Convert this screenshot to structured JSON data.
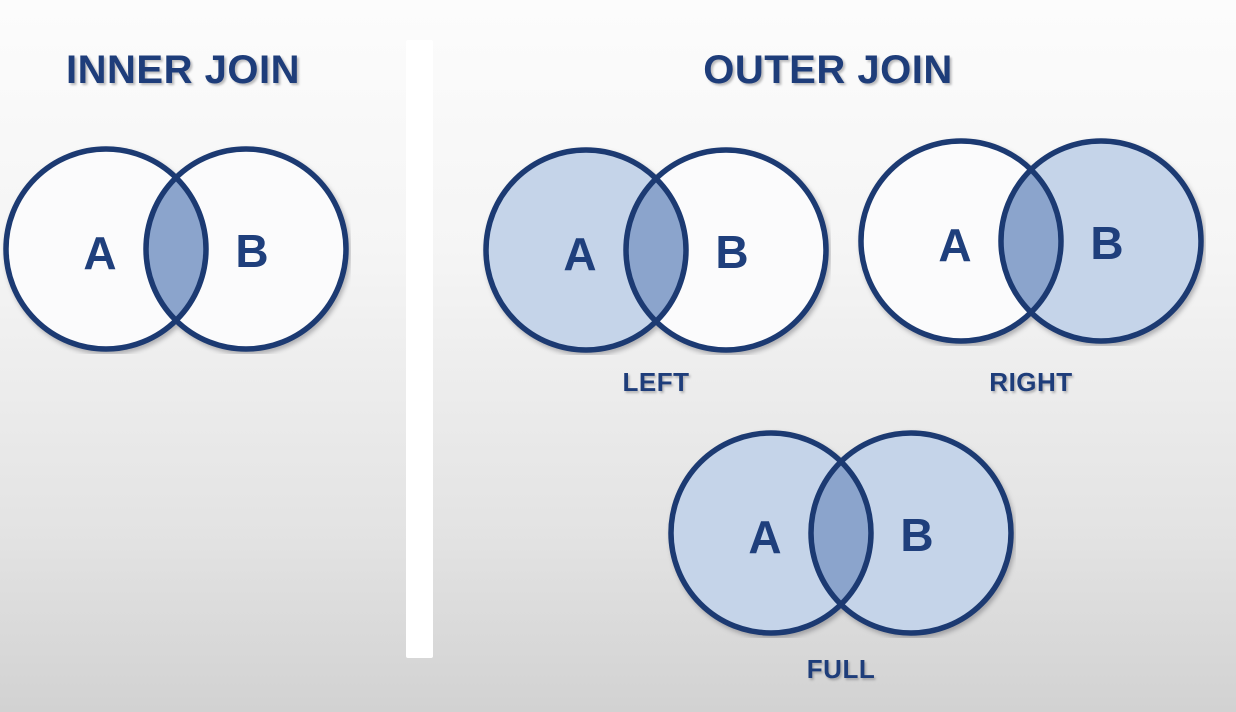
{
  "page": {
    "inner_title": "INNER JOIN",
    "outer_title": "OUTER JOIN"
  },
  "colors": {
    "outline": "#1c3a72",
    "label_text": "#1f3f7c",
    "title_text": "#1e3d7a",
    "light_fill": "#c5d4e9",
    "overlap_fill": "#8ba4cc",
    "circle_white_fill": "#fbfbfc",
    "divider": "#ffffff",
    "background_top": "#fcfcfc",
    "background_bottom": "#d2d2d2"
  },
  "diagrams": [
    {
      "name": "inner-join",
      "label_a": "A",
      "label_b": "B",
      "fill_a": "#fbfbfc",
      "fill_b": "#fbfbfc",
      "fill_overlap": "#8ba4cc"
    },
    {
      "name": "left-outer-join",
      "caption": "LEFT",
      "label_a": "A",
      "label_b": "B",
      "fill_a": "#c5d4e9",
      "fill_b": "#fbfbfc",
      "fill_overlap": "#8ba4cc"
    },
    {
      "name": "right-outer-join",
      "caption": "RIGHT",
      "label_a": "A",
      "label_b": "B",
      "fill_a": "#fbfbfc",
      "fill_b": "#c5d4e9",
      "fill_overlap": "#8ba4cc"
    },
    {
      "name": "full-outer-join",
      "caption": "FULL",
      "label_a": "A",
      "label_b": "B",
      "fill_a": "#c5d4e9",
      "fill_b": "#c5d4e9",
      "fill_overlap": "#8ba4cc"
    }
  ]
}
